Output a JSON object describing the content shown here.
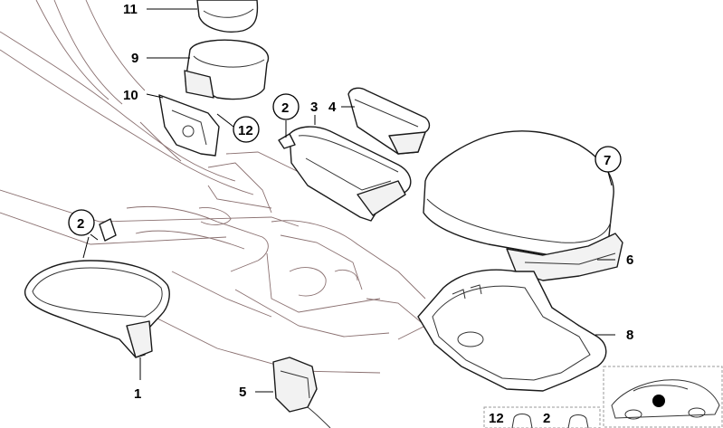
{
  "diagram": {
    "callouts": {
      "c1": "1",
      "c2a": "2",
      "c2b": "2",
      "c3": "3",
      "c4": "4",
      "c5": "5",
      "c6": "6",
      "c7": "7",
      "c8": "8",
      "c9": "9",
      "c10": "10",
      "c11": "11",
      "c12": "12"
    },
    "legend_box": {
      "label_12": "12",
      "label_2": "2"
    }
  }
}
